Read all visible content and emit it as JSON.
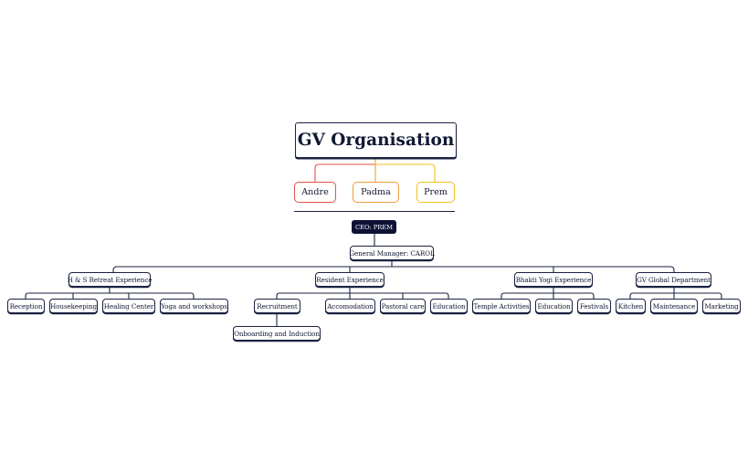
{
  "root": {
    "title": "GV Organisation"
  },
  "founders": [
    {
      "name": "Andre",
      "color": "#e8504a"
    },
    {
      "name": "Padma",
      "color": "#f09a3e"
    },
    {
      "name": "Prem",
      "color": "#f2c21b"
    }
  ],
  "ceo": {
    "label": "CEO: PREM"
  },
  "general_manager": {
    "label": "General Manager: CAROL"
  },
  "departments": [
    {
      "name": "H & S Retreat Experience",
      "children": [
        "Reception",
        "Housekeeping",
        "Healing Center",
        "Yoga and workshops"
      ]
    },
    {
      "name": "Resident Experience",
      "children": [
        "Recruitment",
        "Accomodation",
        "Pastoral care",
        "Education"
      ],
      "sub": {
        "parent": "Recruitment",
        "label": "Onboarding and Induction"
      }
    },
    {
      "name": "Bhakti Yogi Experience",
      "children": [
        "Temple Activities",
        "Education",
        "Festivals"
      ]
    },
    {
      "name": "GV Global Department",
      "children": [
        "Kitchen",
        "Maintenance",
        "Marketing"
      ]
    }
  ],
  "colors": {
    "line": "#1b2242",
    "ceo_fill": "#0d1235"
  }
}
